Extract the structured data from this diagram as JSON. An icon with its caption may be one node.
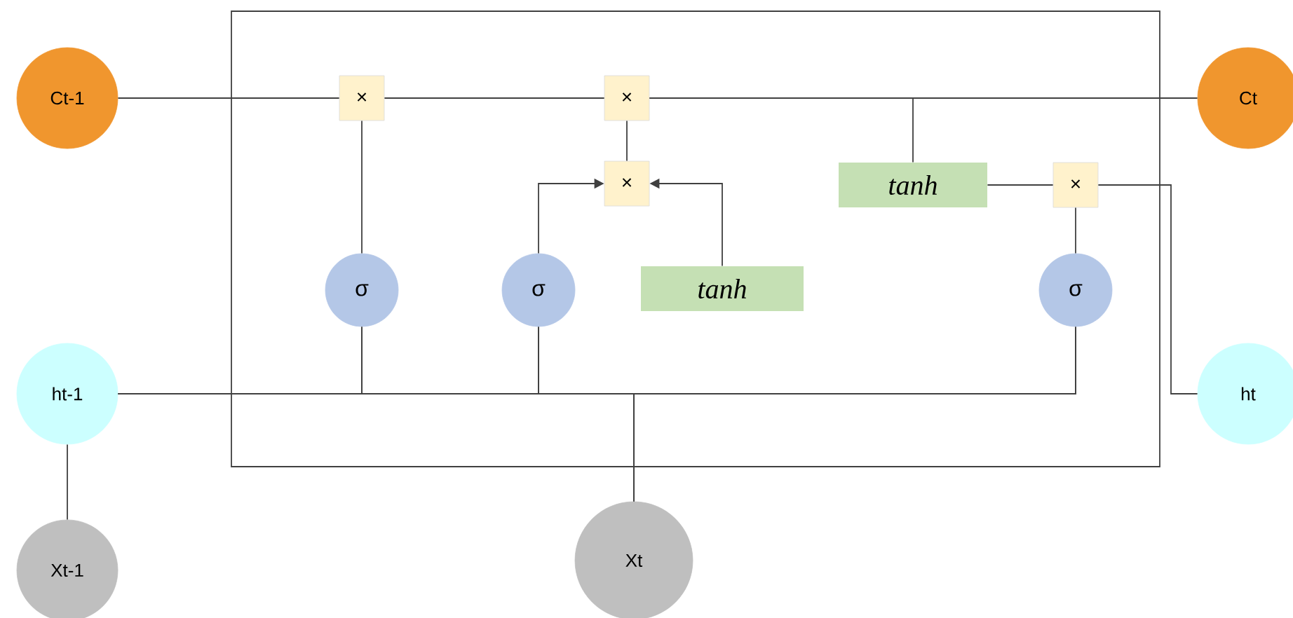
{
  "diagram": {
    "nodes": [
      {
        "text": [],
        "shape": "box"
      },
      {
        "text": [
          "Ct-1"
        ]
      },
      {
        "text": [
          "×"
        ],
        "in": 0
      },
      {
        "text": [
          "×"
        ],
        "in": 0
      },
      {
        "text": [
          "Ct"
        ]
      },
      {
        "text": [
          "×"
        ],
        "in": 0
      },
      {
        "text": [
          "tanh"
        ],
        "in": 0
      },
      {
        "text": [
          "×"
        ],
        "in": 0
      },
      {
        "text": [
          "σ"
        ],
        "in": 0
      },
      {
        "text": [
          "σ"
        ],
        "in": 0
      },
      {
        "text": [
          "tanh"
        ],
        "in": 0
      },
      {
        "text": [
          "σ"
        ],
        "in": 0
      },
      {
        "text": [
          "ht-1"
        ]
      },
      {
        "text": [
          "ht"
        ]
      },
      {
        "text": [
          "Xt-1"
        ]
      },
      {
        "text": [
          "Xt"
        ]
      }
    ],
    "edges": [
      {
        "from": 1,
        "to": 2,
        "arrow": "none"
      },
      {
        "from": 2,
        "to": 3,
        "arrow": "none"
      },
      {
        "from": 3,
        "to": 4,
        "arrow": "none"
      },
      {
        "from": 3,
        "to": 6,
        "arrow": "none"
      },
      {
        "from": 5,
        "to": 3,
        "arrow": "none"
      },
      {
        "from": 9,
        "to": 5,
        "arrow": "to"
      },
      {
        "from": 10,
        "to": 5,
        "arrow": "to"
      },
      {
        "from": 6,
        "to": 7,
        "arrow": "none"
      },
      {
        "from": 7,
        "to": 13,
        "arrow": "none"
      },
      {
        "from": 8,
        "to": 2,
        "arrow": "none"
      },
      {
        "from": 11,
        "to": 7,
        "arrow": "none"
      },
      {
        "from": 12,
        "to": 8,
        "arrow": "none"
      },
      {
        "from": 12,
        "to": 9,
        "arrow": "none"
      },
      {
        "from": 12,
        "to": 11,
        "arrow": "none"
      },
      {
        "from": 15,
        "to": 8,
        "arrow": "none"
      },
      {
        "from": 15,
        "to": 9,
        "arrow": "none"
      },
      {
        "from": 15,
        "to": 11,
        "arrow": "none"
      },
      {
        "from": 14,
        "to": 12,
        "arrow": "none"
      }
    ]
  }
}
